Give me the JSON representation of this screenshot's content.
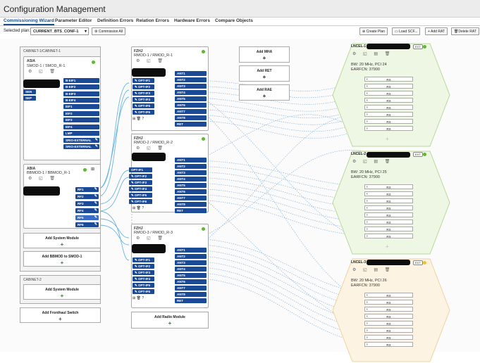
{
  "app": {
    "title": "Configuration Management"
  },
  "tabs": [
    "Commissioning Wizard",
    "Parameter Editor",
    "Definition Errors",
    "Relation Errors",
    "Hardware Errors",
    "Compare Objects"
  ],
  "toolbar": {
    "plan_label": "Selected plan:",
    "plan_value": "CURRENT_BTS_CONF-1",
    "commission_all": "Commission All",
    "create_plan": "Create Plan",
    "load_scf": "Load SCF...",
    "add_rat": "Add RAT",
    "delete_rat": "Delete RAT"
  },
  "cabinet1": {
    "title": "CABINET-1/CABINET-1",
    "system_module": {
      "type": "ASIA",
      "name": "SMOD-1 / SMOD_R-1",
      "side_ports": [
        "SEN",
        "SEP"
      ],
      "ports": [
        "B-EIF1",
        "B-EIF2",
        "B-EIF3",
        "B-EIF4",
        "EIF1",
        "EIF2",
        "EIF3",
        "EIF4",
        "LMP",
        "SRIO-EXTERNAL",
        "SRIO-EXTERNAL"
      ]
    },
    "baseband_module": {
      "type": "ABIA",
      "name": "BBMOD-1 / BBMOD_R-1",
      "ports": [
        "RF1",
        "RF2",
        "RF3",
        "RF4",
        "RF5",
        "RF6"
      ]
    },
    "add_system_module": "Add System Module",
    "add_bbmod": "Add BBMOD to SMOD-1"
  },
  "cabinet2": {
    "title": "CABINET-2",
    "add_system_module": "Add System Module"
  },
  "add_fronthaul": "Add Fronthaul Switch",
  "radio_modules": [
    {
      "type": "FZHJ",
      "name": "RMOD-1 / RMOD_R-1",
      "opt_ports": [
        "OPT-IF1",
        "OPT-IF2",
        "OPT-IF3",
        "OPT-IF4",
        "OPT-IF5",
        "OPT-IF6"
      ],
      "ant_ports": [
        "ANT1",
        "ANT2",
        "ANT3",
        "ANT4",
        "ANT5",
        "ANT6",
        "ANT7",
        "ANT8"
      ],
      "ret": "RET"
    },
    {
      "type": "FZHJ",
      "name": "RMOD-2 / RMOD_R-2",
      "opt_ports": [
        "OPT-IF1",
        "OPT-IF2",
        "OPT-IF3",
        "OPT-IF4",
        "OPT-IF5",
        "OPT-IF6"
      ],
      "ant_ports": [
        "ANT1",
        "ANT2",
        "ANT3",
        "ANT4",
        "ANT5",
        "ANT6",
        "ANT7",
        "ANT8"
      ],
      "ret": "RET"
    },
    {
      "type": "FZHJ",
      "name": "RMOD-3 / RMOD_R-3",
      "opt_ports": [
        "OPT-IF1",
        "OPT-IF2",
        "OPT-IF3",
        "OPT-IF4",
        "OPT-IF5",
        "OPT-IF6"
      ],
      "ant_ports": [
        "ANT1",
        "ANT2",
        "ANT3",
        "ANT4",
        "ANT5",
        "ANT6",
        "ANT7",
        "ANT8"
      ],
      "ret": "RET"
    }
  ],
  "add_radio_module": "Add Radio Module",
  "add_mha": "Add MHA",
  "add_ret": "Add RET",
  "add_rae": "Add RAE",
  "plus": "+",
  "cells": [
    {
      "id": "LNCEL-1",
      "badge": "EXT",
      "bw": "BW: 20 MHz, PCI 24",
      "earfcn": "EARFCN: 37900",
      "rows": [
        "RX",
        "RX",
        "RX",
        "RX",
        "RX",
        "RX",
        "RX",
        "RX"
      ],
      "status_color": "#5cb832"
    },
    {
      "id": "LNCEL-2",
      "badge": "EXT",
      "bw": "BW: 20 MHz, PCI 25",
      "earfcn": "EARFCN: 37900",
      "rows": [
        "RX",
        "RX",
        "RX",
        "RX",
        "RX",
        "RX",
        "RX",
        "RX"
      ],
      "status_color": "#5cb832"
    },
    {
      "id": "LNCEL-3",
      "badge": "EXT",
      "bw": "BW: 20 MHz, PCI 26",
      "earfcn": "EARFCN: 37900",
      "rows": [
        "RX",
        "RX",
        "RX",
        "RX",
        "RX",
        "RX",
        "RX",
        "RX"
      ],
      "status_color": "#f2c030"
    }
  ],
  "colors": {
    "port_blue": "#1b4a96",
    "hex_green": "#eef6e4",
    "hex_orange": "#fdf3e2",
    "status_green": "#5cb832",
    "status_yellow": "#f2c030"
  }
}
